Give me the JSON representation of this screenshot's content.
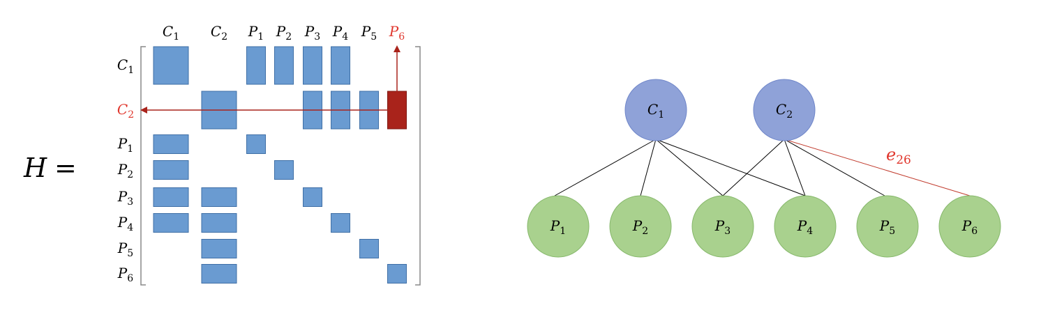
{
  "lhs": {
    "symbol": "H",
    "equals": "="
  },
  "matrix": {
    "columns": [
      {
        "base": "C",
        "sub": "1",
        "highlight": false
      },
      {
        "base": "C",
        "sub": "2",
        "highlight": false
      },
      {
        "base": "P",
        "sub": "1",
        "highlight": false
      },
      {
        "base": "P",
        "sub": "2",
        "highlight": false
      },
      {
        "base": "P",
        "sub": "3",
        "highlight": false
      },
      {
        "base": "P",
        "sub": "4",
        "highlight": false
      },
      {
        "base": "P",
        "sub": "5",
        "highlight": false
      },
      {
        "base": "P",
        "sub": "6",
        "highlight": true
      }
    ],
    "rows": [
      {
        "base": "C",
        "sub": "1",
        "highlight": false
      },
      {
        "base": "C",
        "sub": "2",
        "highlight": true
      },
      {
        "base": "P",
        "sub": "1",
        "highlight": false
      },
      {
        "base": "P",
        "sub": "2",
        "highlight": false
      },
      {
        "base": "P",
        "sub": "3",
        "highlight": false
      },
      {
        "base": "P",
        "sub": "4",
        "highlight": false
      },
      {
        "base": "P",
        "sub": "5",
        "highlight": false
      },
      {
        "base": "P",
        "sub": "6",
        "highlight": false
      }
    ],
    "nonzero_cells": [
      {
        "row": 0,
        "col": 0
      },
      {
        "row": 0,
        "col": 2
      },
      {
        "row": 0,
        "col": 3
      },
      {
        "row": 0,
        "col": 4
      },
      {
        "row": 0,
        "col": 5
      },
      {
        "row": 1,
        "col": 1
      },
      {
        "row": 1,
        "col": 4
      },
      {
        "row": 1,
        "col": 5
      },
      {
        "row": 1,
        "col": 6
      },
      {
        "row": 1,
        "col": 7,
        "highlight": true
      },
      {
        "row": 2,
        "col": 0
      },
      {
        "row": 2,
        "col": 2
      },
      {
        "row": 3,
        "col": 0
      },
      {
        "row": 3,
        "col": 3
      },
      {
        "row": 4,
        "col": 0
      },
      {
        "row": 4,
        "col": 1
      },
      {
        "row": 4,
        "col": 4
      },
      {
        "row": 5,
        "col": 0
      },
      {
        "row": 5,
        "col": 1
      },
      {
        "row": 5,
        "col": 5
      },
      {
        "row": 6,
        "col": 1
      },
      {
        "row": 6,
        "col": 6
      },
      {
        "row": 7,
        "col": 1
      },
      {
        "row": 7,
        "col": 7
      }
    ]
  },
  "graph": {
    "top_nodes": [
      {
        "base": "C",
        "sub": "1"
      },
      {
        "base": "C",
        "sub": "2"
      }
    ],
    "bottom_nodes": [
      {
        "base": "P",
        "sub": "1"
      },
      {
        "base": "P",
        "sub": "2"
      },
      {
        "base": "P",
        "sub": "3"
      },
      {
        "base": "P",
        "sub": "4"
      },
      {
        "base": "P",
        "sub": "5"
      },
      {
        "base": "P",
        "sub": "6"
      }
    ],
    "edges": [
      {
        "from": 0,
        "to": 0,
        "highlight": false
      },
      {
        "from": 0,
        "to": 1,
        "highlight": false
      },
      {
        "from": 0,
        "to": 2,
        "highlight": false
      },
      {
        "from": 0,
        "to": 3,
        "highlight": false
      },
      {
        "from": 1,
        "to": 2,
        "highlight": false
      },
      {
        "from": 1,
        "to": 3,
        "highlight": false
      },
      {
        "from": 1,
        "to": 4,
        "highlight": false
      },
      {
        "from": 1,
        "to": 5,
        "highlight": true
      }
    ],
    "edge_label": {
      "base": "e",
      "sub": "26"
    }
  },
  "colors": {
    "cell": "#6a9bd1",
    "cell_stroke": "#3f6fa6",
    "highlight_cell": "#a9231b",
    "highlight_text": "#e0362c",
    "arrow": "#a9231b",
    "bracket": "#888888",
    "top_node_fill": "#8fa2d8",
    "top_node_stroke": "#6f86c9",
    "bottom_node_fill": "#a9d18e",
    "bottom_node_stroke": "#86b86b",
    "edge": "#000000",
    "highlight_edge": "#c0392b"
  }
}
